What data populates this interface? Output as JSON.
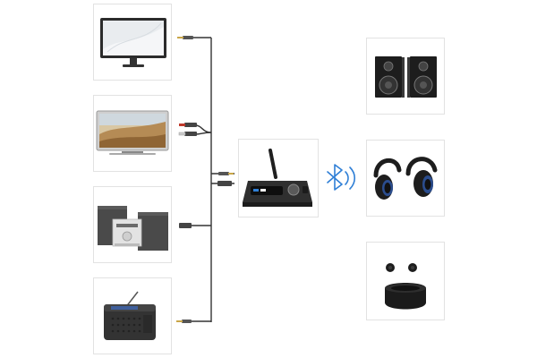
{
  "diagram": {
    "sources": [
      {
        "id": "monitor",
        "icon": "monitor-icon"
      },
      {
        "id": "tv",
        "icon": "tv-icon"
      },
      {
        "id": "stereo",
        "icon": "stereo-system-icon"
      },
      {
        "id": "radio",
        "icon": "radio-icon"
      }
    ],
    "hub": {
      "id": "bluetooth-transmitter",
      "icon": "bluetooth-transmitter-icon"
    },
    "link": {
      "icon": "bluetooth-signal-icon"
    },
    "outputs": [
      {
        "id": "speakers",
        "icon": "speakers-icon"
      },
      {
        "id": "headphones",
        "icon": "headphones-icon"
      },
      {
        "id": "earbuds",
        "icon": "earbuds-icon"
      }
    ],
    "colors": {
      "bluetooth": "#2f7fd6",
      "accent": "#2b4d8e",
      "cable": "#333333",
      "card_border": "#e2e2e2"
    }
  }
}
